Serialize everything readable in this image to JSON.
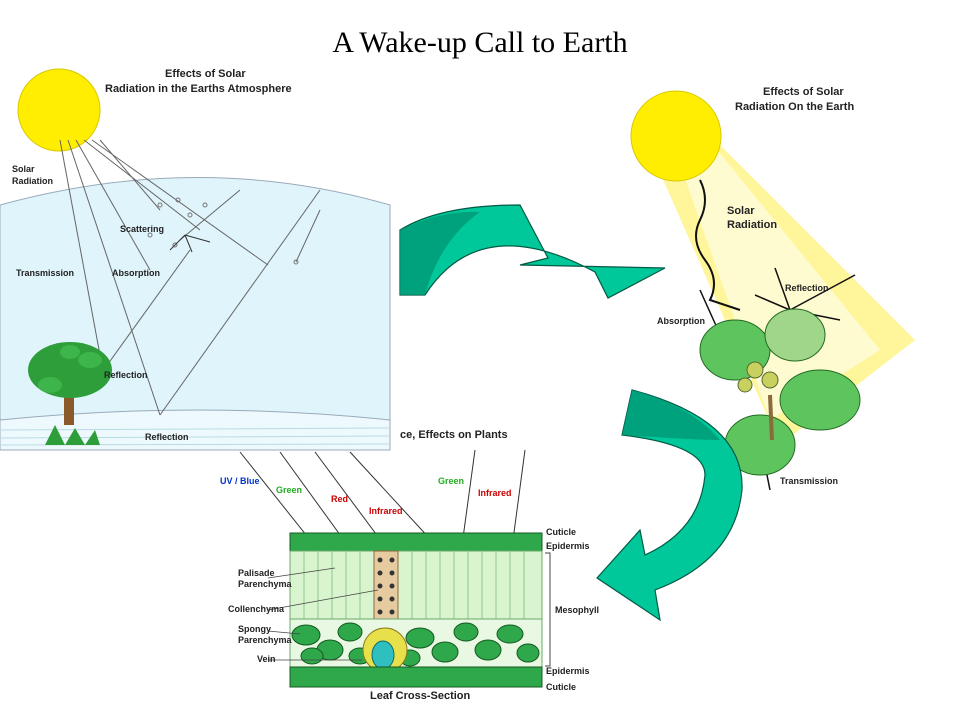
{
  "title": "A Wake-up Call to Earth",
  "atmosphere": {
    "heading_1": "Effects of Solar",
    "heading_2": "Radiation in the Earths Atmosphere",
    "solar_1": "Solar",
    "solar_2": "Radiation",
    "scattering": "Scattering",
    "transmission": "Transmission",
    "absorption": "Absorption",
    "reflection_tree": "Reflection",
    "reflection_ground": "Reflection"
  },
  "earth": {
    "heading_1": "Effects of Solar",
    "heading_2": "Radiation On the Earth",
    "solar_1": "Solar",
    "solar_2": "Radiation",
    "reflection": "Reflection",
    "absorption": "Absorption",
    "transmission": "Transmission"
  },
  "leaf": {
    "heading": "ce, Effects on Plants",
    "uv_blue": "UV / Blue",
    "green_in": "Green",
    "red": "Red",
    "infrared_in": "Infrared",
    "green_out": "Green",
    "infrared_out": "Infrared",
    "cuticle_top": "Cuticle",
    "epidermis_top": "Epidermis",
    "palisade_1": "Palisade",
    "palisade_2": "Parenchyma",
    "collenchyma": "Collenchyma",
    "spongy_1": "Spongy",
    "spongy_2": "Parenchyma",
    "vein": "Vein",
    "mesophyll": "Mesophyll",
    "epidermis_bottom": "Epidermis",
    "cuticle_bottom": "Cuticle",
    "caption": "Leaf Cross-Section"
  },
  "colors": {
    "sun": "#ffee00",
    "sky": "#dff4fb",
    "arrow": "#00c89a",
    "arrow_dark": "#008866",
    "leaf": "#2ea84a",
    "palisade": "#d9f5cf"
  }
}
